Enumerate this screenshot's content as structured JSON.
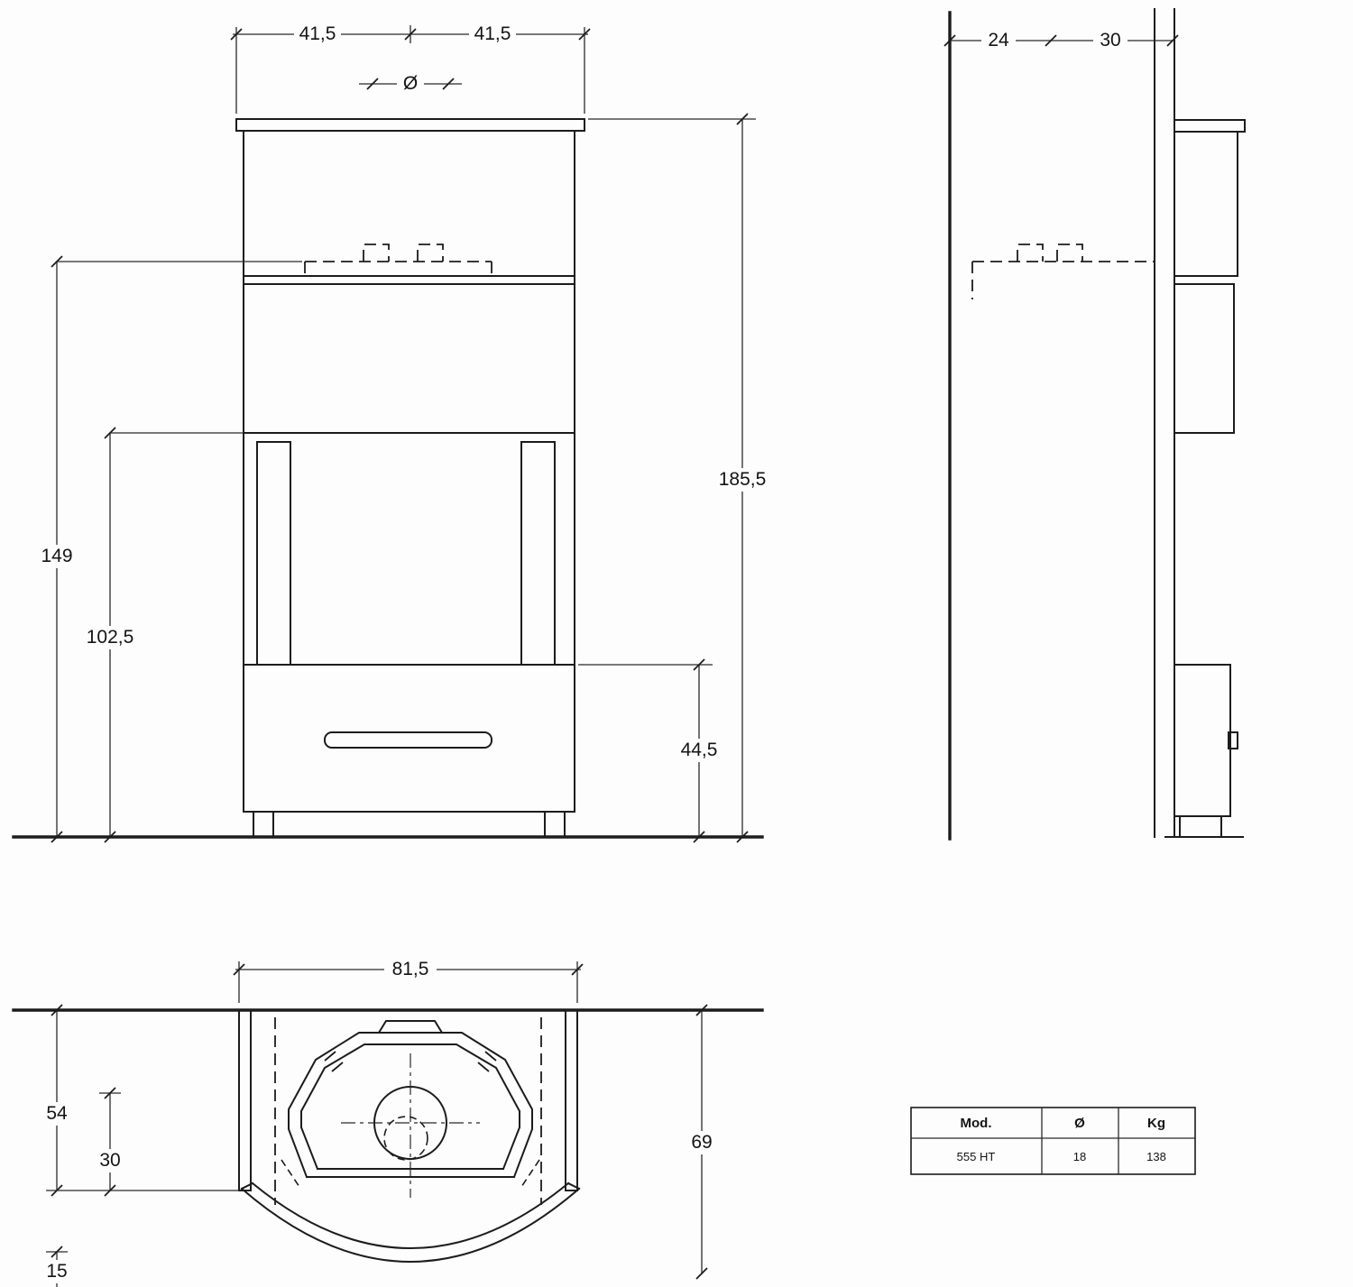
{
  "drawing": {
    "front_view": {
      "dim_top_left": "41,5",
      "dim_top_right": "41,5",
      "dim_diameter": "Ø",
      "dim_height_flue": "149",
      "dim_height_mid": "102,5",
      "dim_height_total": "185,5",
      "dim_height_base": "44,5"
    },
    "side_view": {
      "dim_wall_offset": "24",
      "dim_depth": "30"
    },
    "top_view": {
      "dim_width": "81,5",
      "dim_depth_body": "54",
      "dim_depth_inner": "30",
      "dim_depth_front": "15",
      "dim_depth_total": "69"
    },
    "spec_table": {
      "headers": [
        "Mod.",
        "Ø",
        "Kg"
      ],
      "row": [
        "555 HT",
        "18",
        "138"
      ]
    }
  }
}
